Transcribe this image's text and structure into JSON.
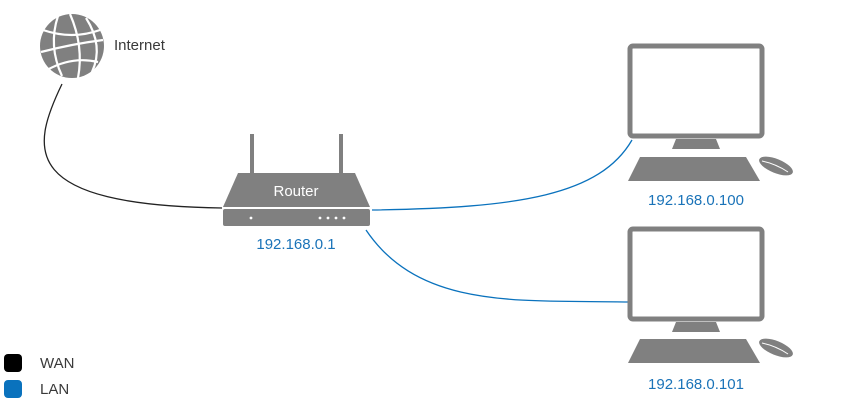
{
  "internet": {
    "label": "Internet",
    "icon": "globe-icon"
  },
  "router": {
    "label": "Router",
    "ip": "192.168.0.1",
    "icon": "router-icon"
  },
  "computers": [
    {
      "ip": "192.168.0.100",
      "icon": "desktop-computer-icon"
    },
    {
      "ip": "192.168.0.101",
      "icon": "desktop-computer-icon"
    }
  ],
  "links": [
    {
      "from": "internet",
      "to": "router",
      "type": "WAN"
    },
    {
      "from": "router",
      "to": "computer-1",
      "type": "LAN"
    },
    {
      "from": "router",
      "to": "computer-2",
      "type": "LAN"
    }
  ],
  "legend": [
    {
      "label": "WAN",
      "color": "#000000"
    },
    {
      "label": "LAN",
      "color": "#0a72bd"
    }
  ],
  "colors": {
    "device": "#808080",
    "wan": "#222222",
    "lan": "#0a72bd",
    "ip_text": "#1a73b8"
  }
}
